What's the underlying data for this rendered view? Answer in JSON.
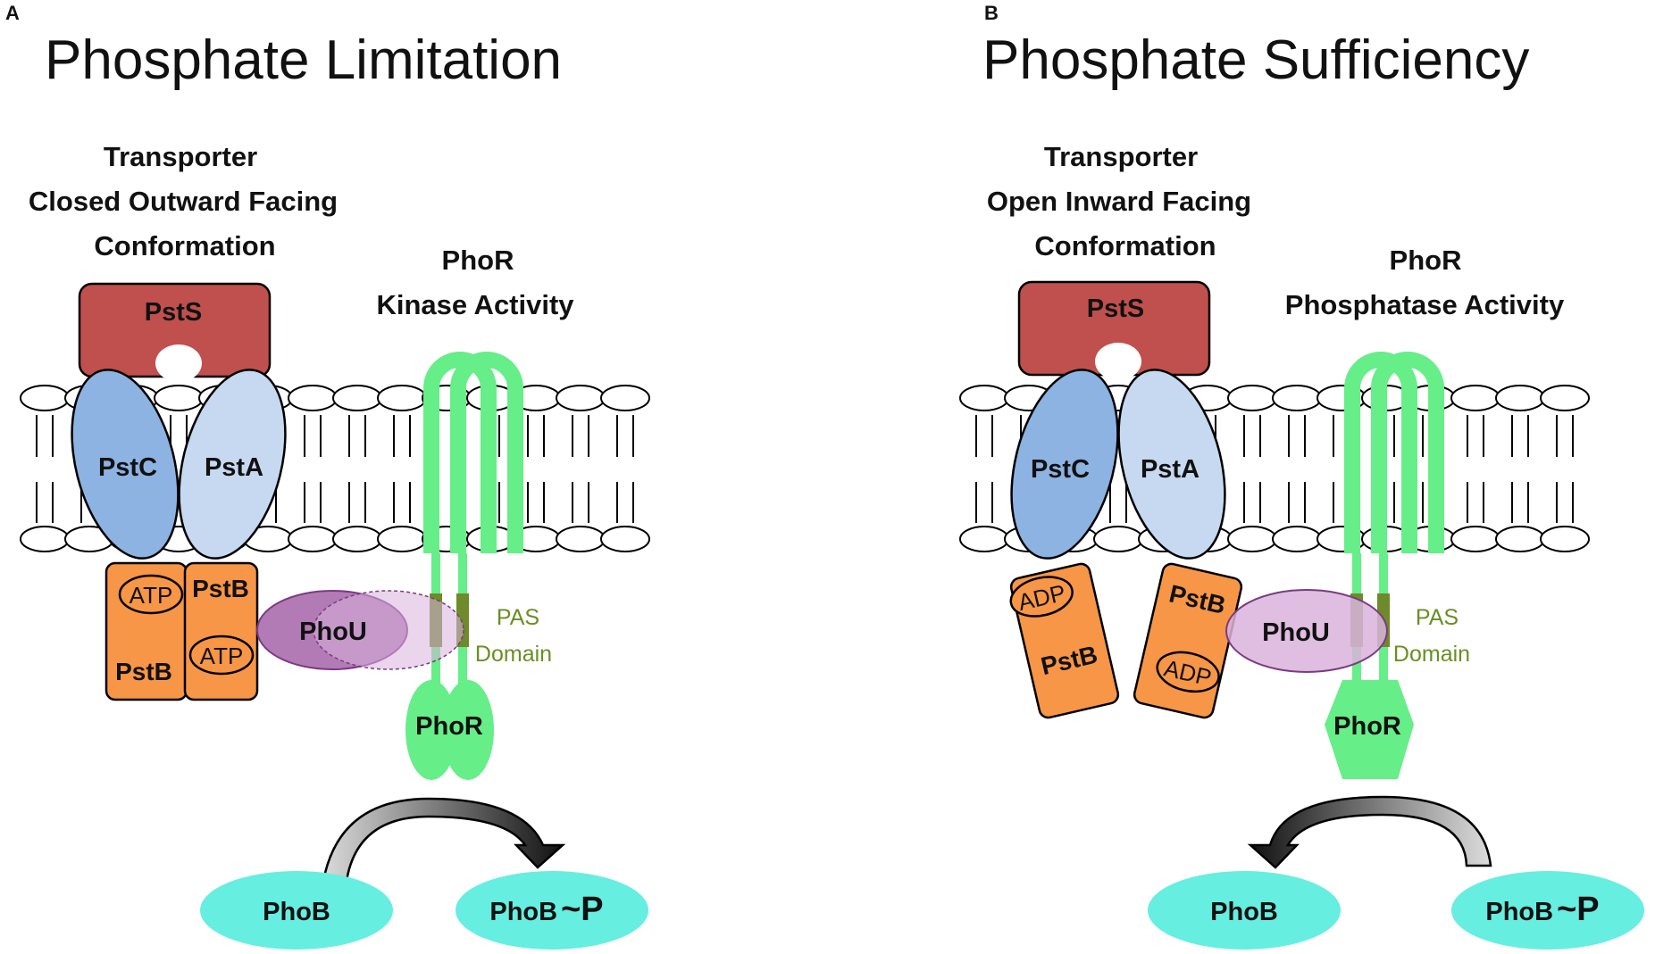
{
  "panel_a": {
    "letter": "A",
    "title": "Phosphate Limitation",
    "transporter_label": [
      "Transporter",
      "Closed Outward Facing",
      "Conformation"
    ],
    "phor_label": [
      "PhoR",
      "Kinase Activity"
    ],
    "pstS": "PstS",
    "pstC": "PstC",
    "pstA": "PstA",
    "pstB_left": "PstB",
    "pstB_right": "PstB",
    "nucleotide_1": "ATP",
    "nucleotide_2": "ATP",
    "phoU": "PhoU",
    "pas_label": [
      "PAS",
      "Domain"
    ],
    "phoR": "PhoR",
    "phoB": "PhoB",
    "phoB_p": "PhoB",
    "phospho_mark": "~P"
  },
  "panel_b": {
    "letter": "B",
    "title": "Phosphate Sufficiency",
    "transporter_label": [
      "Transporter",
      "Open Inward Facing",
      "Conformation"
    ],
    "phor_label": [
      "PhoR",
      "Phosphatase Activity"
    ],
    "pstS": "PstS",
    "pstC": "PstC",
    "pstA": "PstA",
    "pstB_left": "PstB",
    "pstB_right": "PstB",
    "nucleotide_1": "ADP",
    "nucleotide_2": "ADP",
    "phoU": "PhoU",
    "pas_label": [
      "PAS",
      "Domain"
    ],
    "phoR": "PhoR",
    "phoB": "PhoB",
    "phoB_p": "PhoB",
    "phospho_mark": "~P"
  },
  "colors": {
    "pstS": "#c0504d",
    "pstC": "#8db3e2",
    "pstA": "#c6d9f1",
    "pstB": "#f79646",
    "phoU_dark": "#b27bb6",
    "phoU_light": "#d9b3dc",
    "phoR": "#66ee88",
    "pas": "#6e8a2a",
    "phoB": "#66eee0"
  }
}
